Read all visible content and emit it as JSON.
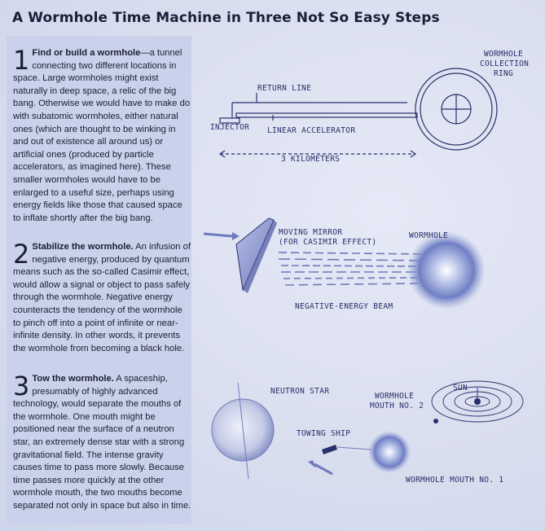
{
  "title": "A Wormhole Time Machine in Three Not So Easy Steps",
  "steps": [
    {
      "number": "1",
      "lead": "Find or build a wormhole",
      "body": "—a tunnel connecting two different locations in space. Large wormholes might exist naturally in deep space, a relic of the big bang. Otherwise we would have to make do with subatomic wormholes, either natural ones (which are thought to be winking in and out of existence all around us) or artificial ones (produced by particle accelerators, as imagined here). These smaller wormholes would have to be enlarged to a useful size, perhaps using energy fields like those that caused space to inflate shortly after the big bang."
    },
    {
      "number": "2",
      "lead": "Stabilize the wormhole.",
      "body": " An infusion of negative energy, produced by quantum means such as the so-called Casimir effect, would allow a signal or object to pass safely through the wormhole. Negative energy counteracts the tendency of the wormhole to pinch off into a point of infinite or near-infinite density. In other words, it prevents the wormhole from becoming a black hole."
    },
    {
      "number": "3",
      "lead": "Tow the wormhole.",
      "body": " A spaceship, presumably of highly advanced technology, would separate the mouths of the wormhole. One mouth might be positioned near the surface of a neutron star, an extremely dense star with a strong gravitational field. The intense gravity causes time to pass more slowly. Because time passes more quickly at the other wormhole mouth, the two mouths become separated not only in space but also in time."
    }
  ],
  "labels": {
    "collection_ring": [
      "WORMHOLE",
      "COLLECTION",
      "RING"
    ],
    "return_line": "RETURN LINE",
    "injector": "INJECTOR",
    "linear_accelerator": "LINEAR ACCELERATOR",
    "distance": "3 KILOMETERS",
    "moving_mirror": [
      "MOVING MIRROR",
      "(FOR CASIMIR EFFECT)"
    ],
    "wormhole": "WORMHOLE",
    "negative_energy_beam": "NEGATIVE-ENERGY BEAM",
    "neutron_star": "NEUTRON STAR",
    "mouth2": [
      "WORMHOLE",
      "MOUTH NO. 2"
    ],
    "sun": "SUN",
    "towing_ship": "TOWING SHIP",
    "mouth1": "WORMHOLE MOUTH NO. 1"
  },
  "colors": {
    "ink": "#27306a",
    "panel": "#c9d2ea"
  }
}
